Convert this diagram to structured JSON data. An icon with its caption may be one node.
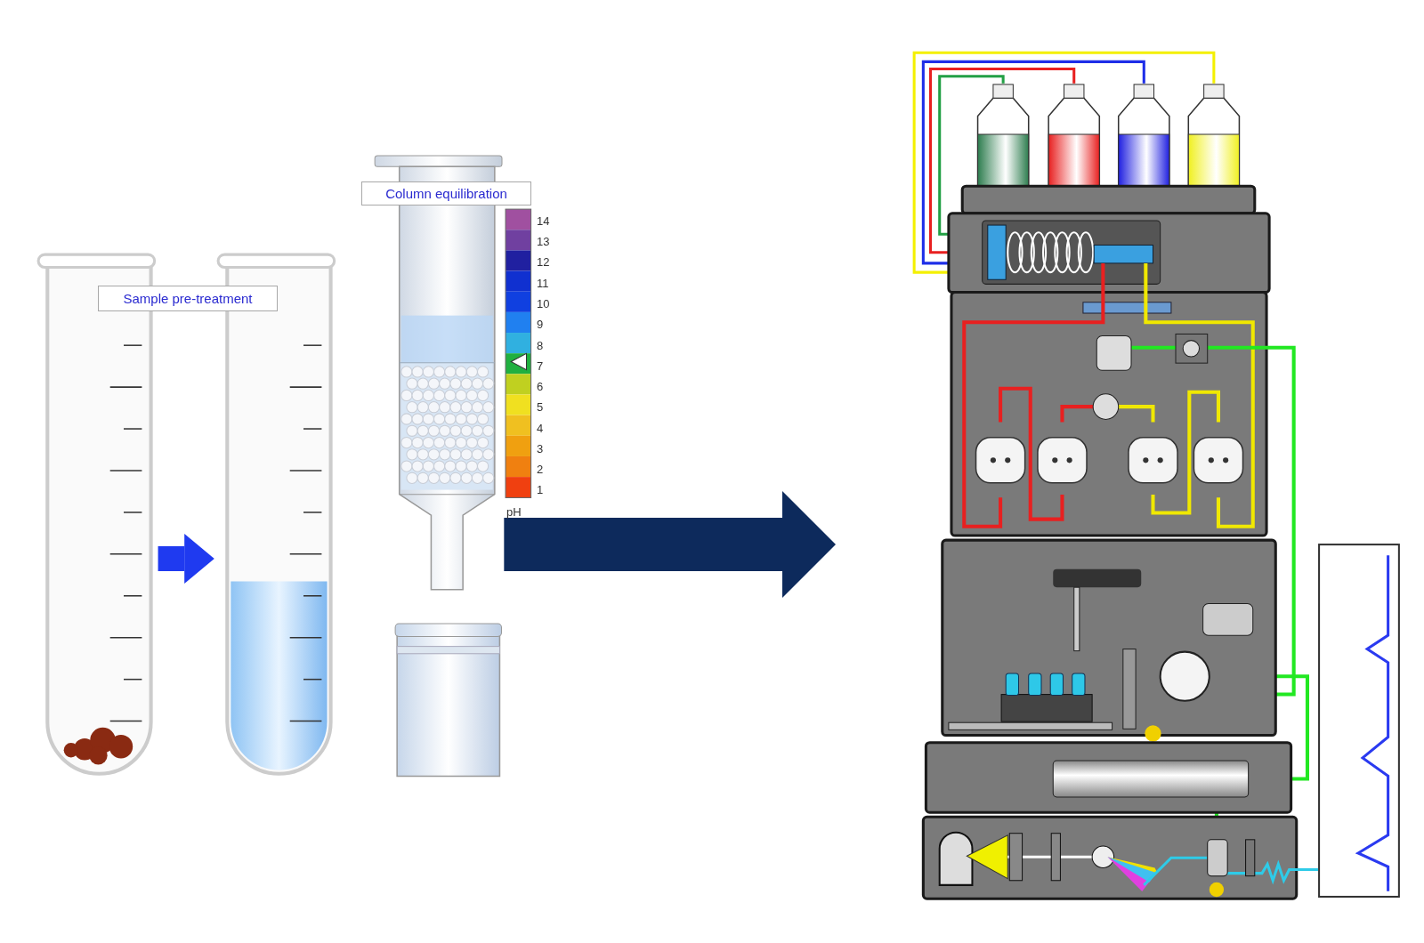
{
  "diagram": {
    "nodes": [
      {
        "text": [
          "Sample pre-treatment"
        ]
      },
      {
        "text": [
          "Column equilibration"
        ]
      },
      {
        "text": [],
        "shape": "picture"
      },
      {
        "text": [],
        "shape": "picture"
      },
      {
        "text": [],
        "shape": "picture"
      },
      {
        "text": [],
        "shape": "picture"
      }
    ],
    "edges": [
      {
        "from": 2,
        "to": 3,
        "arrow": "to",
        "color": "#1f3af0"
      },
      {
        "from": 4,
        "to": 5,
        "arrow": "to",
        "style": "thick",
        "color": "#0d2a5c"
      }
    ],
    "labels": [
      "14",
      "13",
      "12",
      "11",
      "10",
      "9",
      "8",
      "7",
      "6",
      "5",
      "4",
      "3",
      "2",
      "1",
      "pH"
    ]
  }
}
